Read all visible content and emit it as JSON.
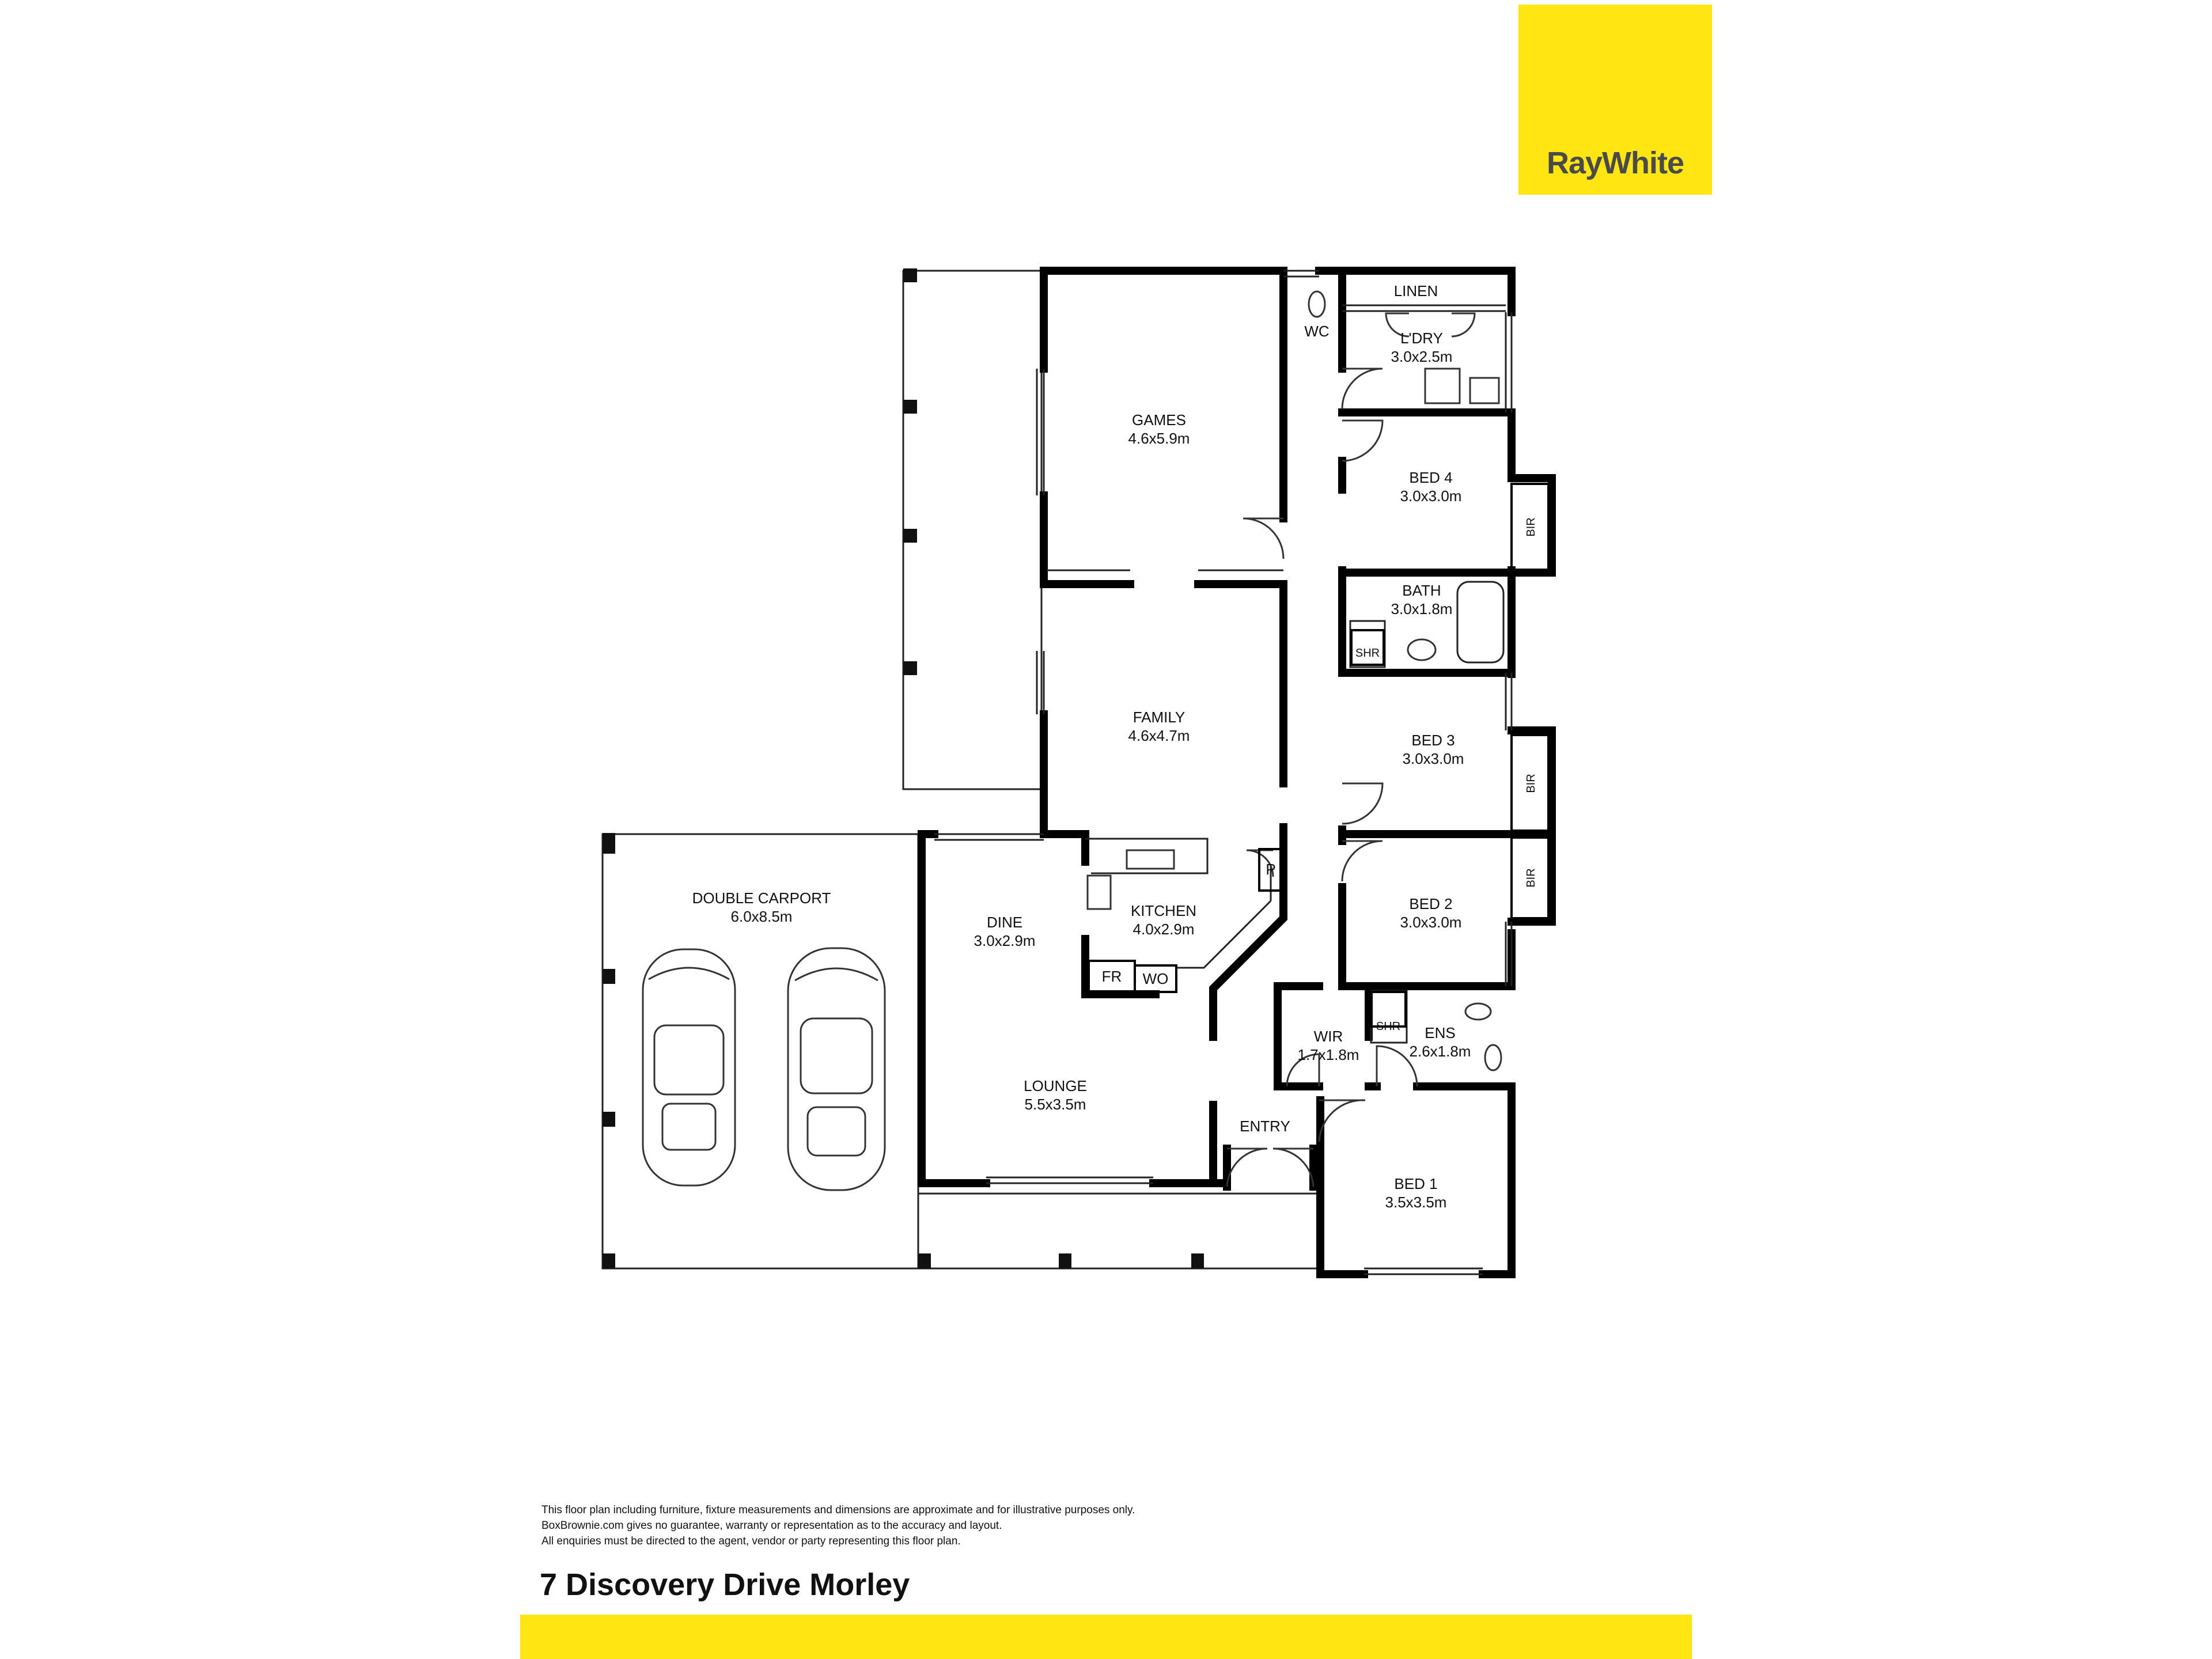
{
  "brand": {
    "name": "RayWhite",
    "color": "#ffe512"
  },
  "rooms": {
    "games": {
      "name": "GAMES",
      "size": "4.6x5.9m"
    },
    "family": {
      "name": "FAMILY",
      "size": "4.6x4.7m"
    },
    "wc": {
      "name": "WC"
    },
    "linen": {
      "name": "LINEN"
    },
    "laundry": {
      "name": "L'DRY",
      "size": "3.0x2.5m"
    },
    "bed4": {
      "name": "BED 4",
      "size": "3.0x3.0m"
    },
    "bath": {
      "name": "BATH",
      "size": "3.0x1.8m"
    },
    "bath_shr": {
      "name": "SHR"
    },
    "bed3": {
      "name": "BED 3",
      "size": "3.0x3.0m"
    },
    "bed2": {
      "name": "BED 2",
      "size": "3.0x3.0m"
    },
    "bir_bed4": {
      "name": "BIR"
    },
    "bir_bed3": {
      "name": "BIR"
    },
    "bir_bed2": {
      "name": "BIR"
    },
    "carport": {
      "name": "DOUBLE CARPORT",
      "size": "6.0x8.5m"
    },
    "dine": {
      "name": "DINE",
      "size": "3.0x2.9m"
    },
    "kitchen": {
      "name": "KITCHEN",
      "size": "4.0x2.9m"
    },
    "pantry": {
      "name": "P"
    },
    "fridge": {
      "name": "FR"
    },
    "wall_oven": {
      "name": "WO"
    },
    "lounge": {
      "name": "LOUNGE",
      "size": "5.5x3.5m"
    },
    "entry": {
      "name": "ENTRY"
    },
    "wir": {
      "name": "WIR",
      "size": "1.7x1.8m"
    },
    "ens": {
      "name": "ENS",
      "size": "2.6x1.8m"
    },
    "ens_shr": {
      "name": "SHR"
    },
    "bed1": {
      "name": "BED 1",
      "size": "3.5x3.5m"
    }
  },
  "disclaimer": [
    "This floor plan including furniture, fixture measurements and dimensions are approximate and for illustrative purposes only.",
    "BoxBrownie.com gives no guarantee, warranty or representation as to the accuracy and layout.",
    "All enquiries must be directed to the agent, vendor or party representing this floor plan."
  ],
  "address": "7 Discovery Drive Morley"
}
